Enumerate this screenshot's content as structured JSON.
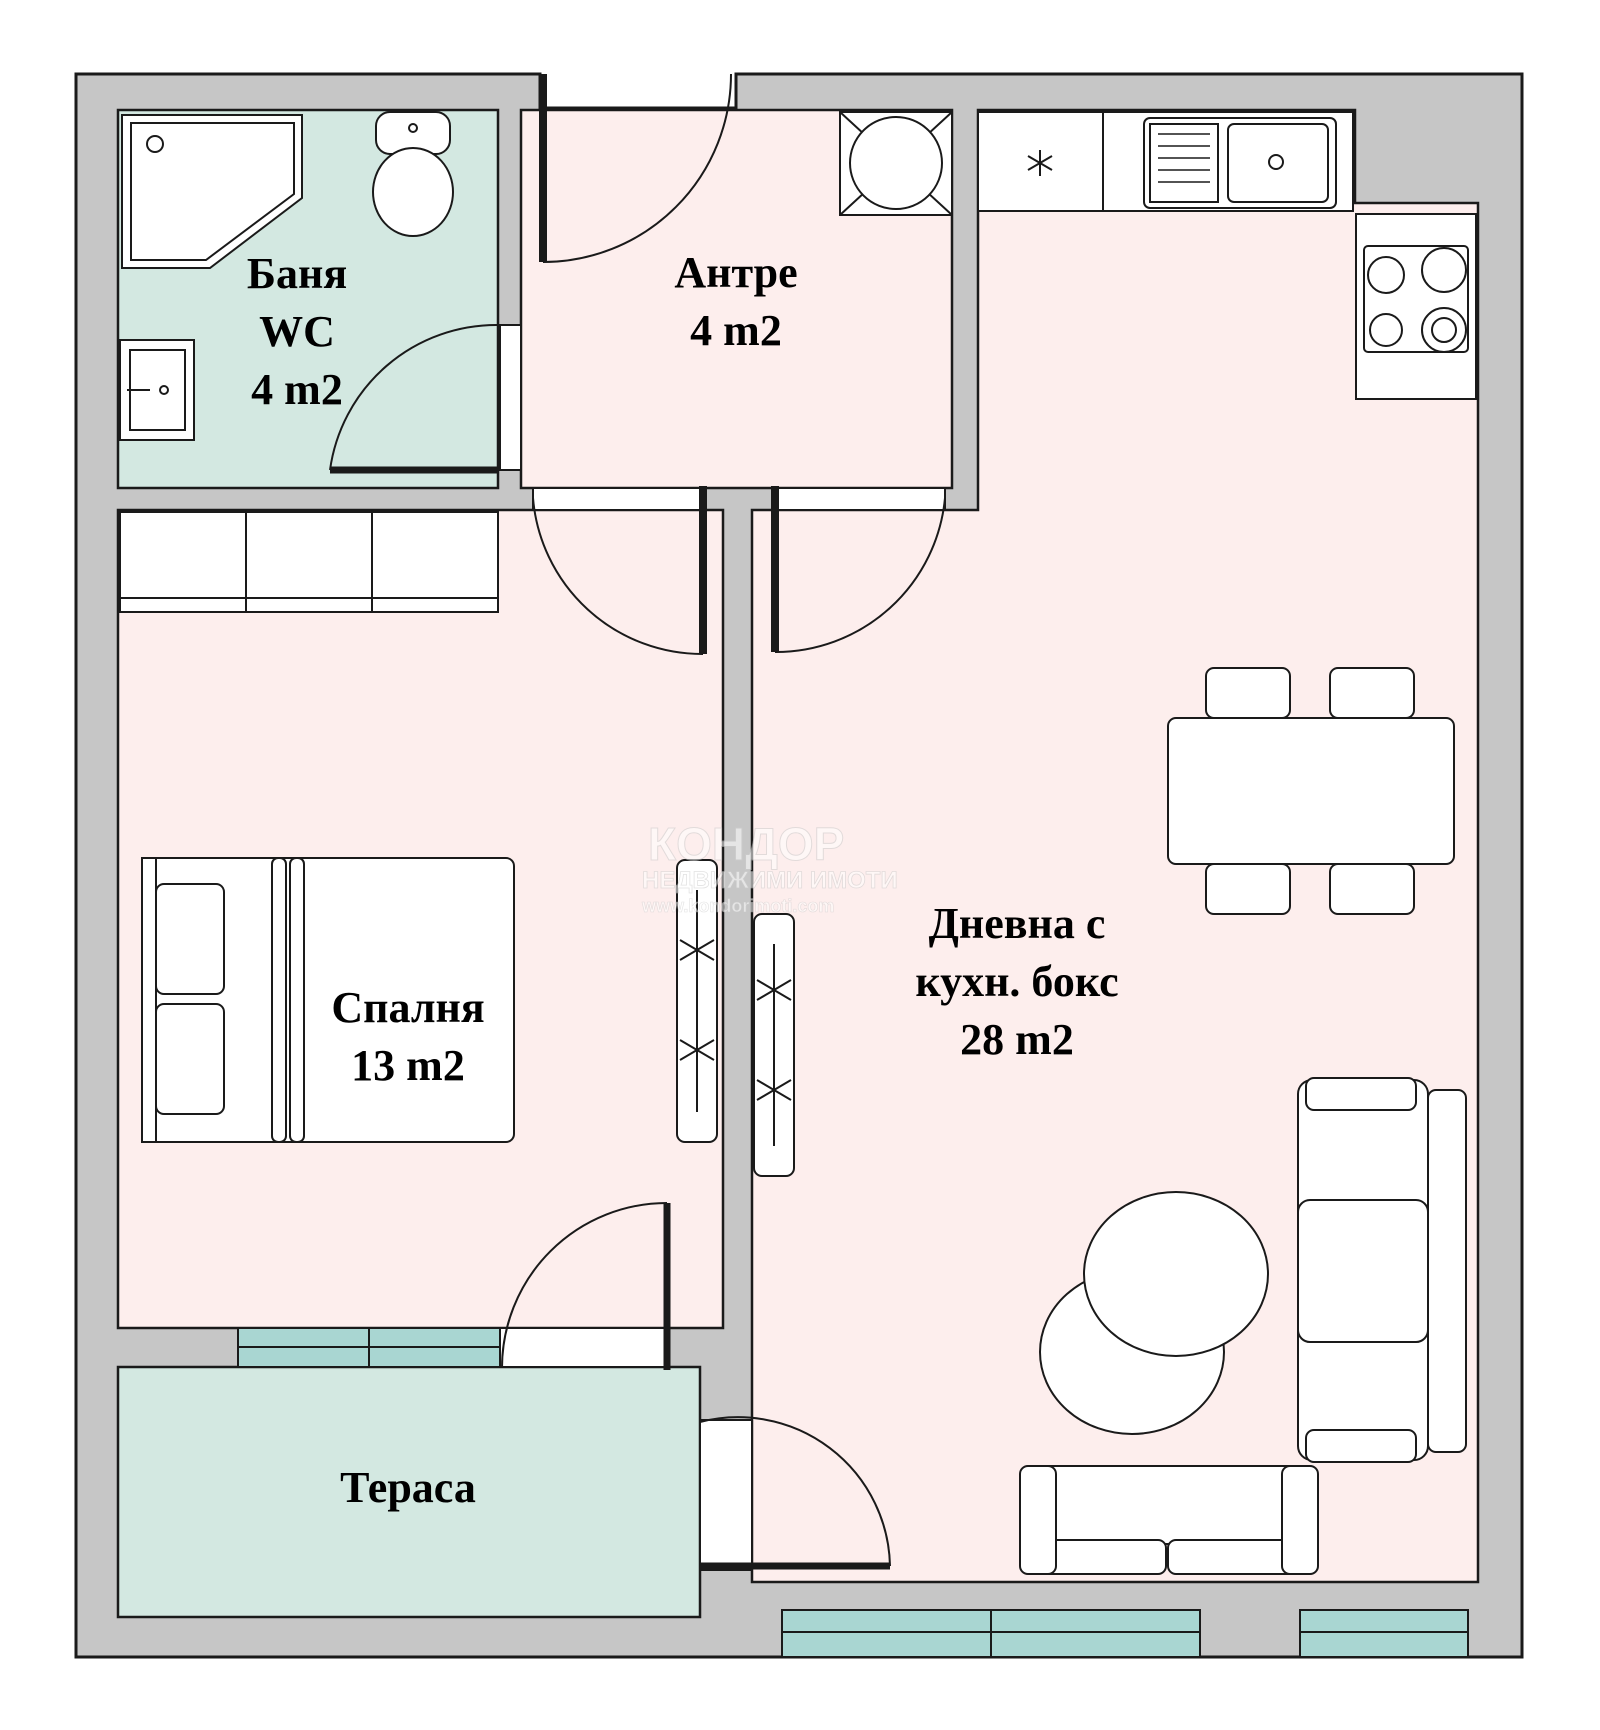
{
  "rooms": {
    "bathroom": {
      "name": "Баня",
      "sub": "WC",
      "area": "4 m2"
    },
    "entry": {
      "name": "Антре",
      "area": "4 m2"
    },
    "living": {
      "line1": "Дневна с",
      "line2": "кухн. бокс",
      "area": "28 m2"
    },
    "bedroom": {
      "name": "Спалня",
      "area": "13 m2"
    },
    "terrace": {
      "name": "Тераса"
    }
  },
  "watermark": {
    "brand": "КОНДОР",
    "tagline": "НЕДВИЖИМИ ИМОТИ",
    "url": "www.kondorimoti.com"
  },
  "colors": {
    "wall": "#c6c6c6",
    "room_fill": "#fdeeed",
    "wet_fill": "#d3e8e1",
    "window": "#a9d6d2",
    "outline": "#1a1a1a"
  }
}
